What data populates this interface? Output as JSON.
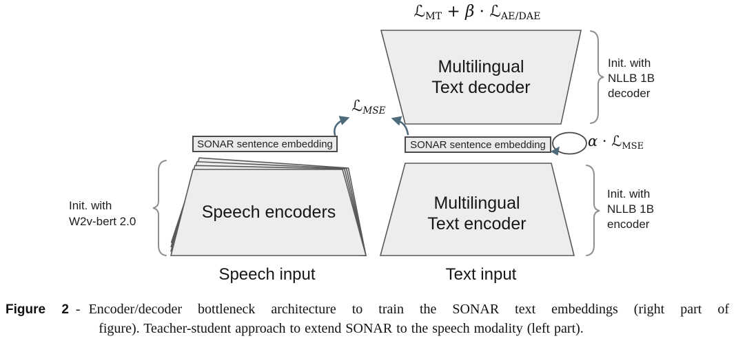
{
  "figure": {
    "top_loss": {
      "L1": "ℒ",
      "sub1": "MT",
      "plus": " + ",
      "beta": "β",
      "dot": " · ",
      "L2": "ℒ",
      "sub2": "AE/DAE"
    },
    "mse_loss": {
      "L": "ℒ",
      "sub": "MSE"
    },
    "alpha_loss": {
      "alpha": "α",
      "dot": " · ",
      "L": "ℒ",
      "sub": "MSE"
    },
    "decoder": {
      "line1": "Multilingual",
      "line2": "Text decoder"
    },
    "encoder": {
      "line1": "Multilingual",
      "line2": "Text encoder"
    },
    "speech_encoders": {
      "label": "Speech encoders"
    },
    "embedding_left": {
      "label": "SONAR sentence embedding"
    },
    "embedding_right": {
      "label": "SONAR sentence embedding"
    },
    "init_decoder": {
      "lines": [
        "Init. with",
        "NLLB 1B",
        "decoder"
      ]
    },
    "init_encoder": {
      "lines": [
        "Init. with",
        "NLLB 1B",
        "encoder"
      ]
    },
    "init_speech": {
      "lines": [
        "Init. with",
        "W2v-bert 2.0"
      ]
    },
    "inputs": {
      "speech": "Speech input",
      "text": "Text input"
    }
  },
  "caption": {
    "label": "Figure 2",
    "separator": "-",
    "text_line1": "Encoder/decoder bottleneck architecture to train the SONAR text embeddings (right part of",
    "text_line2": "figure). Teacher-student approach to extend SONAR to the speech modality (left part)."
  },
  "colors": {
    "shape_fill": "#ededed",
    "shape_stroke": "#59595b",
    "box_fill": "#ebebeb",
    "box_stroke": "#4a4a4c",
    "arrow": "#4e6a7c",
    "brace": "#8e8e8e",
    "text": "#1a1a1a"
  }
}
